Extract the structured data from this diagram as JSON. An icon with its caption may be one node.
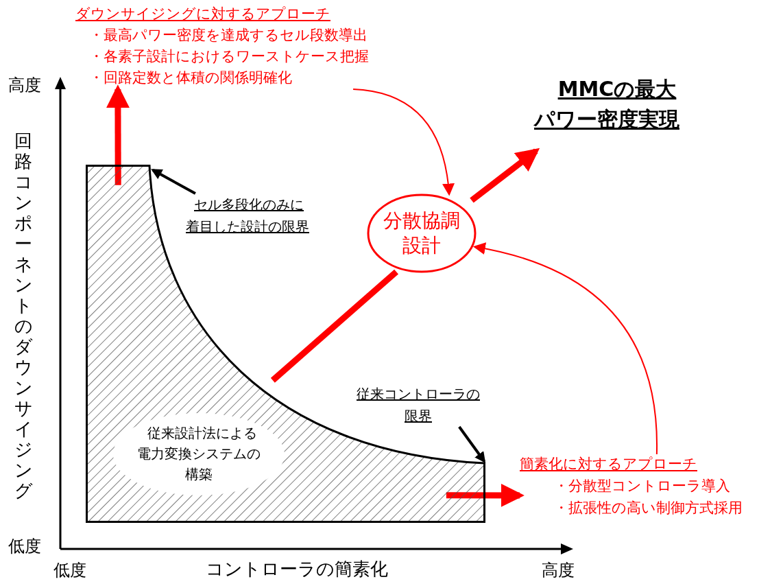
{
  "diagram": {
    "nodes": [
      {
        "text": [
          "ダウンサイジングに対するアプローチ",
          "・最高パワー密度を達成するセル段数導出",
          "・各素子設計におけるワーストケース把握",
          "・回路定数と体積の関係明確化"
        ]
      },
      {
        "text": [
          "MMCの最大パワー密度実現"
        ]
      },
      {
        "text": [
          "分散協調設計"
        ]
      },
      {
        "text": [
          "従来設計法による電力変換システムの構築"
        ]
      },
      {
        "text": [
          "セル多段化のみに着目した設計の限界"
        ]
      },
      {
        "text": [
          "従来コントローラの限界"
        ]
      },
      {
        "text": [
          "簡素化に対するアプローチ",
          "・分散型コントローラ導入",
          "・拡張性の高い制御方式採用"
        ]
      }
    ],
    "edges": [
      {
        "from": 0,
        "to": 2,
        "arrow": "to"
      },
      {
        "from": 2,
        "to": 1,
        "arrow": "to",
        "style": "thick"
      },
      {
        "from": 3,
        "to": 2,
        "arrow": "none",
        "style": "thick"
      },
      {
        "from": 4,
        "to": 3,
        "arrow": "to",
        "color": "#000000"
      },
      {
        "from": 5,
        "to": 3,
        "arrow": "to",
        "color": "#000000"
      },
      {
        "from": 6,
        "to": 2,
        "arrow": "to"
      },
      {
        "from": 3,
        "to": 0,
        "arrow": "to",
        "style": "thick"
      },
      {
        "from": 3,
        "to": 6,
        "arrow": "to",
        "style": "thick"
      }
    ],
    "labels": [
      "高度",
      "回路コンポーネントのダウンサイジング",
      "低度",
      "低度",
      "コントローラの簡素化",
      "高度"
    ]
  }
}
